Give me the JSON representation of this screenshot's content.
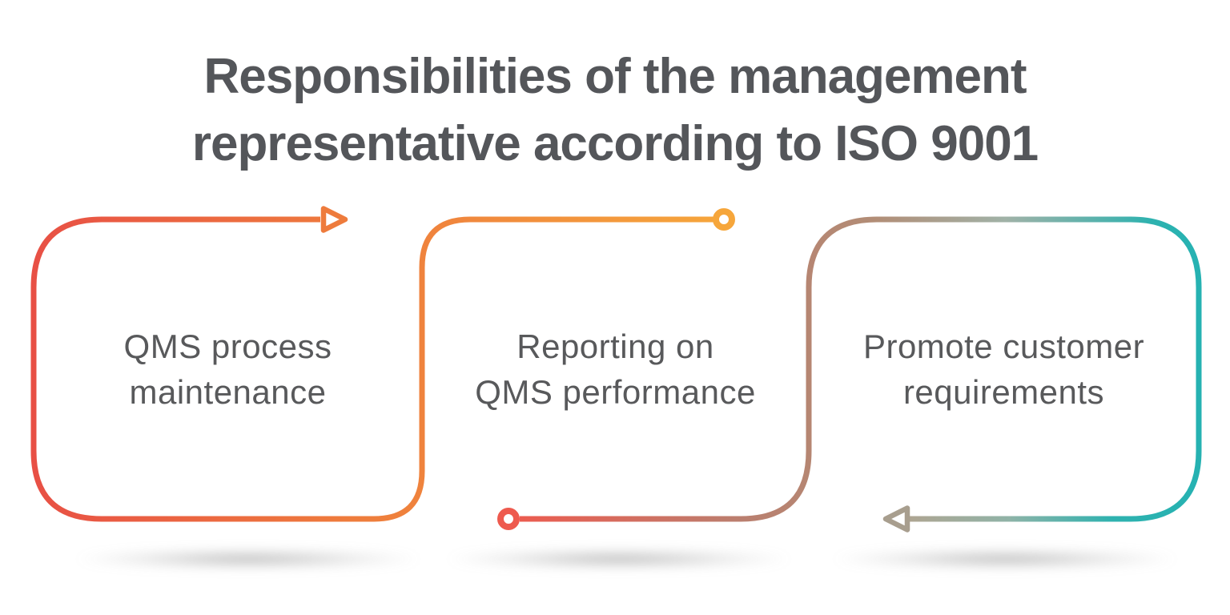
{
  "title": {
    "line1": "Responsibilities of the management",
    "line2": "representative according to ISO 9001"
  },
  "steps": [
    {
      "line1": "QMS process",
      "line2": "maintenance"
    },
    {
      "line1": "Reporting on",
      "line2": "QMS performance"
    },
    {
      "line1": "Promote customer",
      "line2": "requirements"
    }
  ],
  "markers": {
    "step1_marker": "arrow-right-icon",
    "step2_top_marker": "circle-ring-icon",
    "step2_bottom_marker": "circle-ring-icon",
    "step3_marker": "arrow-left-icon"
  },
  "colors": {
    "title_text": "#54565A",
    "label_text": "#58595B",
    "red": "#E85045",
    "orange": "#EE7B3C",
    "deep_orange": "#F0873D",
    "amber": "#F6A63B",
    "coral": "#EE5A4E",
    "rosy_brown": "#BA7F6F",
    "tan": "#B28D76",
    "sage": "#A0B2A7",
    "teal_light": "#2EB2AF",
    "teal": "#26B2B2",
    "gray_sage": "#8FB3A7",
    "gray_tan": "#AEA592",
    "arrow_left_gray": "#A89E8E",
    "background": "#FFFFFF"
  }
}
